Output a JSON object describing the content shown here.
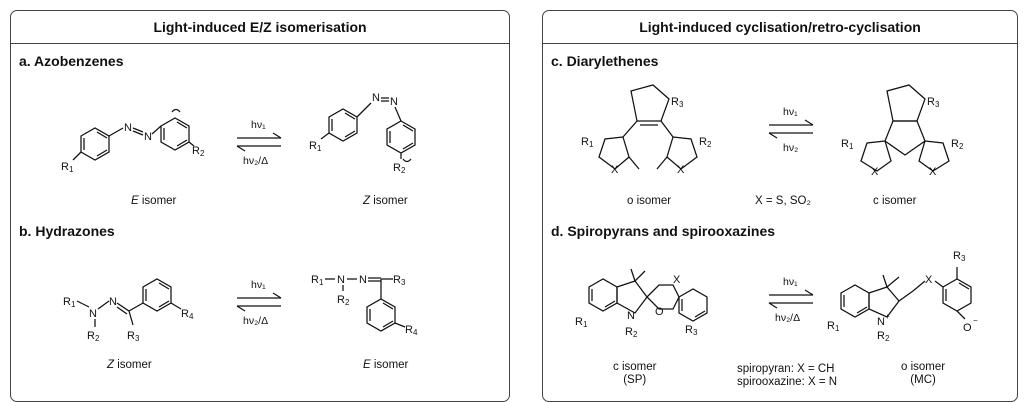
{
  "left_panel": {
    "title": "Light-induced E/Z isomerisation",
    "section_a": "a. Azobenzenes",
    "section_b": "b. Hydrazones",
    "azo_left_caption_italic": "E",
    "azo_left_caption_rest": " isomer",
    "azo_right_caption_italic": "Z",
    "azo_right_caption_rest": " isomer",
    "hyd_left_caption_italic": "Z",
    "hyd_left_caption_rest": " isomer",
    "hyd_right_caption_italic": "E",
    "hyd_right_caption_rest": " isomer",
    "arrow_top_label": "hν₁",
    "arrow_bottom_label": "hν₂/Δ"
  },
  "right_panel": {
    "title": "Light-induced cyclisation/retro-cyclisation",
    "section_c": "c. Diarylethenes",
    "section_d": "d. Spiropyrans and spirooxazines",
    "dae_left_caption": "o isomer",
    "dae_right_caption": "c isomer",
    "dae_middle_caption": "X = S, SO₂",
    "dae_arrow_top": "hν₁",
    "dae_arrow_bottom": "hν₂",
    "sp_left_caption_1": "c isomer",
    "sp_left_caption_2": "(SP)",
    "sp_right_caption_1": "o isomer",
    "sp_right_caption_2": "(MC)",
    "sp_middle_caption_1": "spiropyran:  X = CH",
    "sp_middle_caption_2": "spirooxazine: X = N",
    "sp_arrow_top": "hν₁",
    "sp_arrow_bottom": "hν₂/Δ"
  }
}
